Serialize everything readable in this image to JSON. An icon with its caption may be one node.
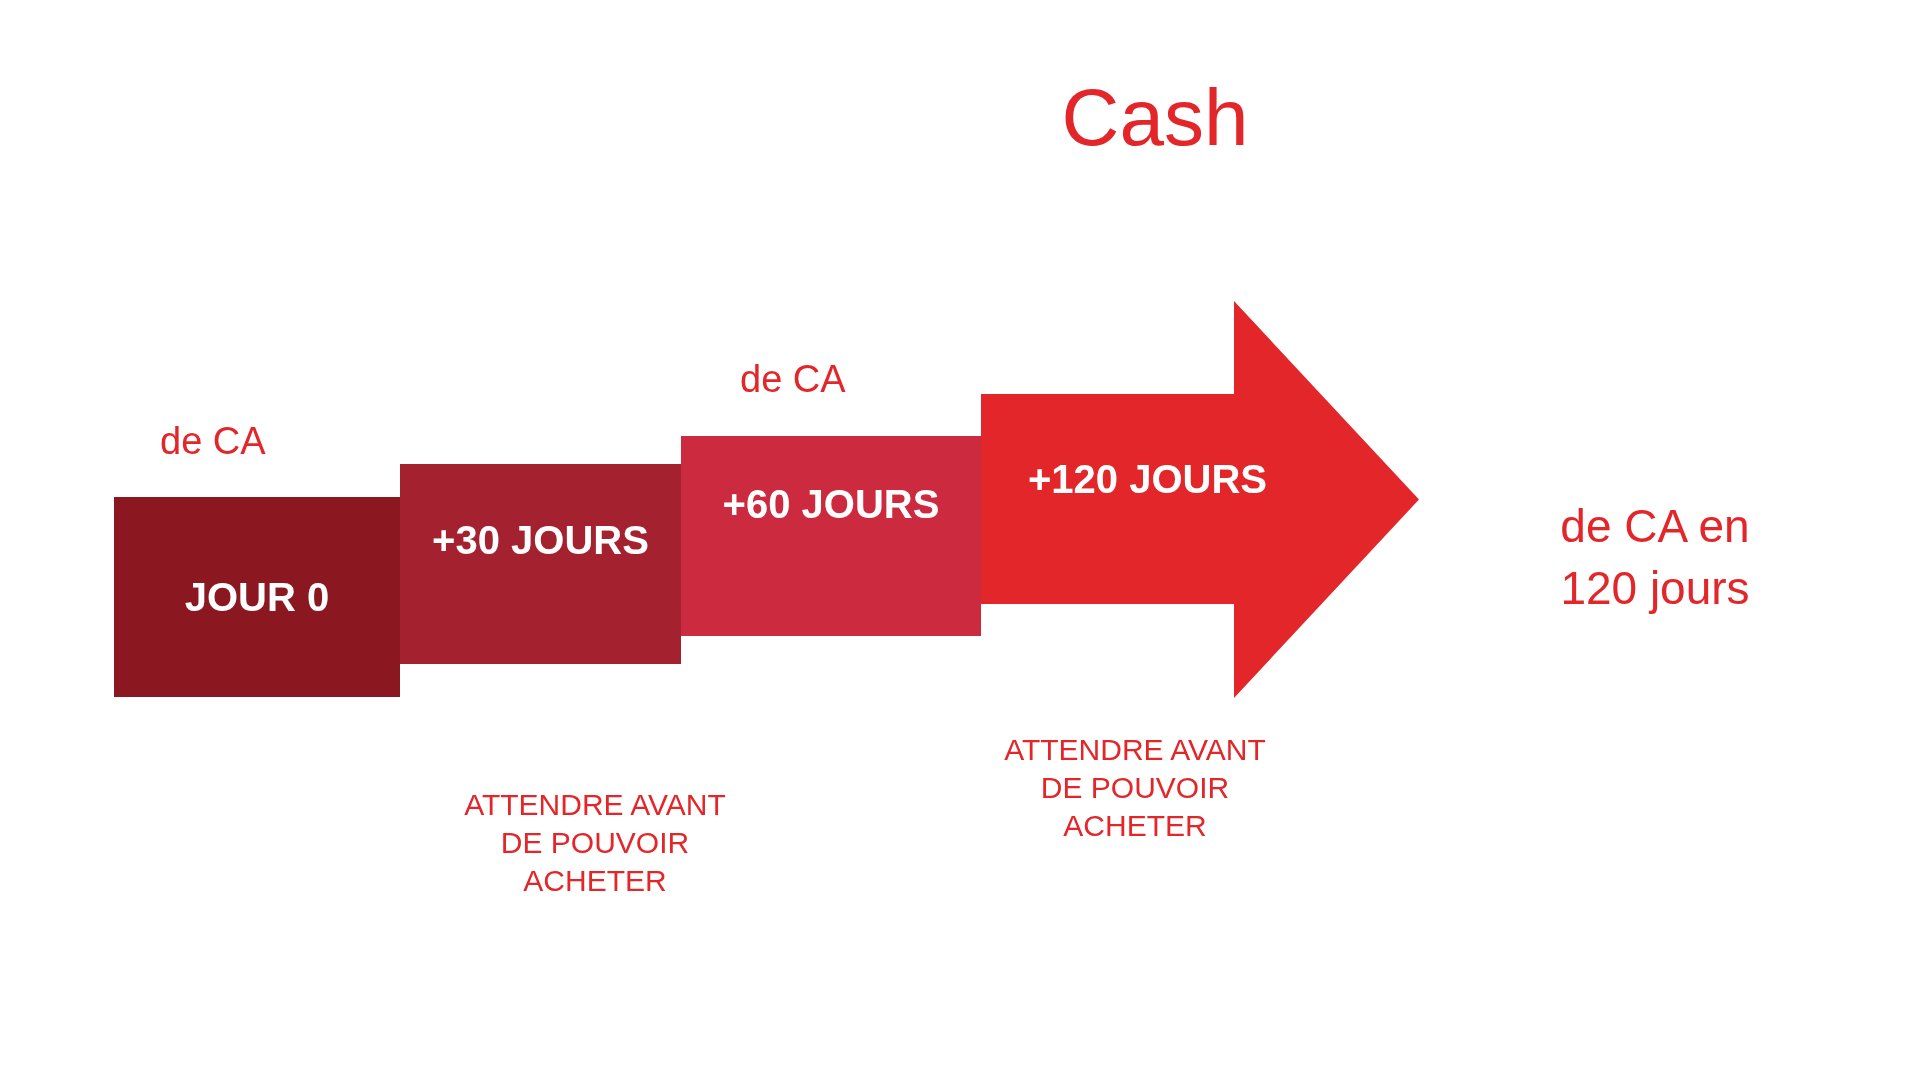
{
  "diagram": {
    "title": "Cash",
    "nodes": [
      {
        "text": [
          "JOUR 0"
        ],
        "beside": [
          "de CA"
        ]
      },
      {
        "text": [
          "+30 JOURS"
        ]
      },
      {
        "text": [
          "+60 JOURS"
        ],
        "beside": [
          "de CA"
        ]
      },
      {
        "text": [
          "+120 JOURS"
        ]
      }
    ],
    "labels": [
      "de CA en 120 jours",
      "ATTENDRE AVANT DE POUVOIR ACHETER",
      "ATTENDRE AVANT DE POUVOIR ACHETER"
    ]
  }
}
